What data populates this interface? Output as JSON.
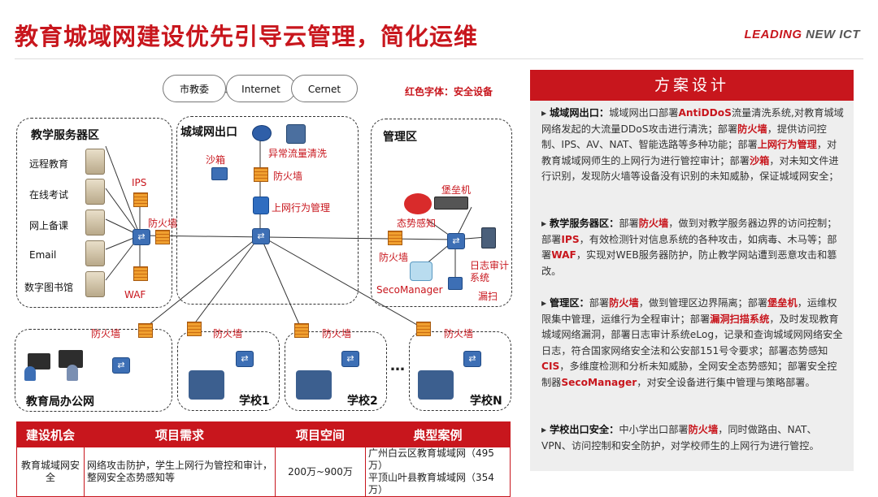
{
  "header": {
    "title": "教育城域网建设优先引导云管理，简化运维",
    "brand_part1": "LEADING",
    "brand_part2": "NEW ICT"
  },
  "diagram": {
    "clouds": [
      "市教委",
      "Internet",
      "Cernet"
    ],
    "legend": "红色字体：安全设备",
    "zones": {
      "teaching": "教学服务器区",
      "metro": "城域网出口",
      "management": "管理区",
      "office": "教育局办公网",
      "school1": "学校1",
      "school2": "学校2",
      "schoolN": "学校N"
    },
    "servers": [
      "远程教育",
      "在线考试",
      "网上备课",
      "Email",
      "数字图书馆"
    ],
    "devices": {
      "ips": "IPS",
      "waf": "WAF",
      "firewall": "防火墙",
      "sandbox": "沙箱",
      "ddos": "异常流量清洗",
      "behavior": "上网行为管理",
      "bastion": "堡垒机",
      "situation": "态势感知",
      "seco": "SecoManager",
      "log1": "日志审计",
      "log2": "系统",
      "scan": "漏扫"
    },
    "ellipsis": "…"
  },
  "table": {
    "headers": [
      "建设机会",
      "项目需求",
      "项目空间",
      "典型案例"
    ],
    "row": {
      "opportunity": "教育城域网安全",
      "need": "网络攻击防护，学生上网行为管控和审计，整网安全态势感知等",
      "space": "200万~900万",
      "case1": "广州白云区教育城域网（495万）",
      "case2": "平顶山叶县教育城域网（354万）"
    }
  },
  "panel": {
    "title": "方案设计",
    "items": [
      {
        "label": "城域网出口：",
        "segs": [
          "城域网出口部署",
          "AntiDDoS",
          "流量清洗系统,对教育城域网络发起的大流量DDoS攻击进行清洗；部署",
          "防火墙",
          "，提供访问控制、IPS、AV、NAT、智能选路等多种功能；部署",
          "上网行为管理",
          "，对教育城域网师生的上网行为进行管控审计；部署",
          "沙箱",
          "，对未知文件进行识别，发现防火墙等设备没有识别的未知威胁，保证城域网安全；"
        ]
      },
      {
        "label": "教学服务器区：",
        "segs": [
          "部署",
          "防火墙",
          "，做到对教学服务器边界的访问控制；部署",
          "IPS",
          "，有效检测针对信息系统的各种攻击，如病毒、木马等；部署",
          "WAF",
          "，实现对WEB服务器防护，防止教学网站遭到恶意攻击和篡改。"
        ]
      },
      {
        "label": "管理区：",
        "segs": [
          "部署",
          "防火墙",
          "，做到管理区边界隔离；部署",
          "堡垒机",
          "，运维权限集中管理，运维行为全程审计；部署",
          "漏洞扫描系统",
          "，及时发现教育城域网络漏洞，部署日志审计系统eLog，记录和查询城域网网络安全日志，符合国家网络安全法和公安部151号令要求；部署态势感知",
          "CIS",
          "，多维度检测和分析未知威胁，全网安全态势感知；部署安全控制器",
          "SecoManager",
          "，对安全设备进行集中管理与策略部署。"
        ]
      },
      {
        "label": "学校出口安全：",
        "segs": [
          "中小学出口部署",
          "防火墙",
          "，同时做路由、NAT、VPN、访问控制和安全防护，对学校师生的上网行为进行管控。"
        ]
      }
    ]
  }
}
